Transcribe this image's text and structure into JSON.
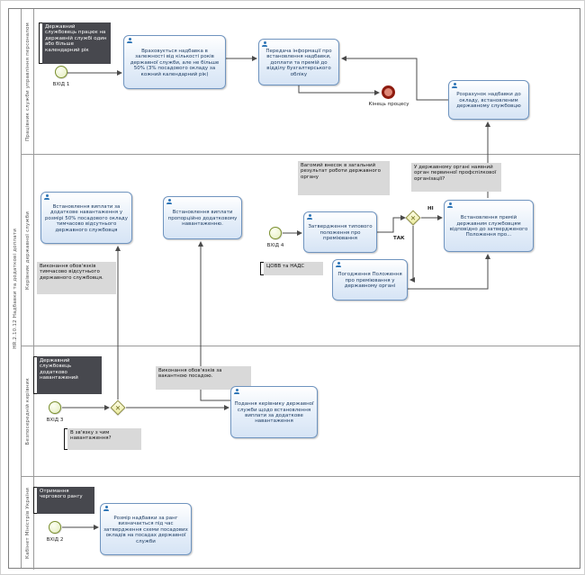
{
  "pool": {
    "label": "HR.2.10.12 Надбавки та додаткові доплати"
  },
  "lanes": [
    {
      "label": "Працівник служби управління персоналом"
    },
    {
      "label": "Керівник державної служби"
    },
    {
      "label": "Безпосередній керівник"
    },
    {
      "label": "Кабінет Міністрів України"
    }
  ],
  "events": {
    "start1": {
      "label": "ВХІД 1"
    },
    "start2": {
      "label": "ВХІД 2"
    },
    "start3": {
      "label": "ВХІД 3"
    },
    "start4": {
      "label": "ВХІД 4"
    },
    "end1": {
      "label": "Кінець процесу"
    }
  },
  "tasks": {
    "seniority_allowance": {
      "text": "Враховується надбавка в залежності від кількості років державної служби, але не більше 50% (3% посадового окладу за кожний календарний рік)"
    },
    "transfer_info": {
      "text": "Передача інформації про встановлення надбавки, доплати та премій до відділу бухгалтерського обліку"
    },
    "calc_allowance": {
      "text": "Розрахунок надбавки до окладу, встановленим державному службовцю"
    },
    "payment_50": {
      "text": "Встановлення виплати за додаткове навантаження у розмірі 50% посадового окладу тимчасово відсутнього державного службовця"
    },
    "payment_proportional": {
      "text": "Встановлення виплати пропорційно додатковому навантаженню."
    },
    "approve_regulation": {
      "text": "Затвердження типового положення про преміювання"
    },
    "set_premiums": {
      "text": "Встановлення премій державним службовцям відповідно до затвердженого Положення про..."
    },
    "agree_regulation": {
      "text": "Погодження Положення про преміювання у державному органі"
    },
    "submission": {
      "text": "Подання керівнику державної служби щодо встановлення виплати за додаткове навантаження"
    },
    "rank_allowance": {
      "text": "Розмір надбавки за ранг визначається під час затвердження схеми посадових окладів на посадах державної служби"
    }
  },
  "annotations": {
    "works_one_year": {
      "text": "Державний службовець працює на державній службі один або більше календарний рік"
    },
    "duties_absent": {
      "text": "Виконання обов'язків тимчасово відсутнього державного службовця."
    },
    "significant_contribution": {
      "text": "Вагомий внесок в загальний результат роботи державного органу"
    },
    "covv_nads": {
      "text": "ЦОВВ та НАДС"
    },
    "union_question": {
      "text": "У державному органі наявний орган первинної профспілкової організації?"
    },
    "extra_load": {
      "text": "Державний службовець додатково навантажений"
    },
    "load_reason": {
      "text": "В зв'язку з чим навантаження?"
    },
    "vacant_duties": {
      "text": "Виконання обов'язків за вакантною посадою."
    },
    "next_rank": {
      "text": "Отримання чергового рангу"
    }
  },
  "gateways": {
    "exclusive_symbol": "✕",
    "no_label": "НІ",
    "yes_label": "ТАК"
  },
  "colors": {
    "task_border": "#6f94bf",
    "task_text": "#17375e",
    "task_icon": "#2e75b6",
    "annotation_light": "#d9d9d9",
    "annotation_dark": "#47484e",
    "start_border": "#7a8f2e",
    "end_border": "#8e1b0f",
    "gateway_border": "#8f8f3f",
    "connector": "#4a4a4a"
  }
}
